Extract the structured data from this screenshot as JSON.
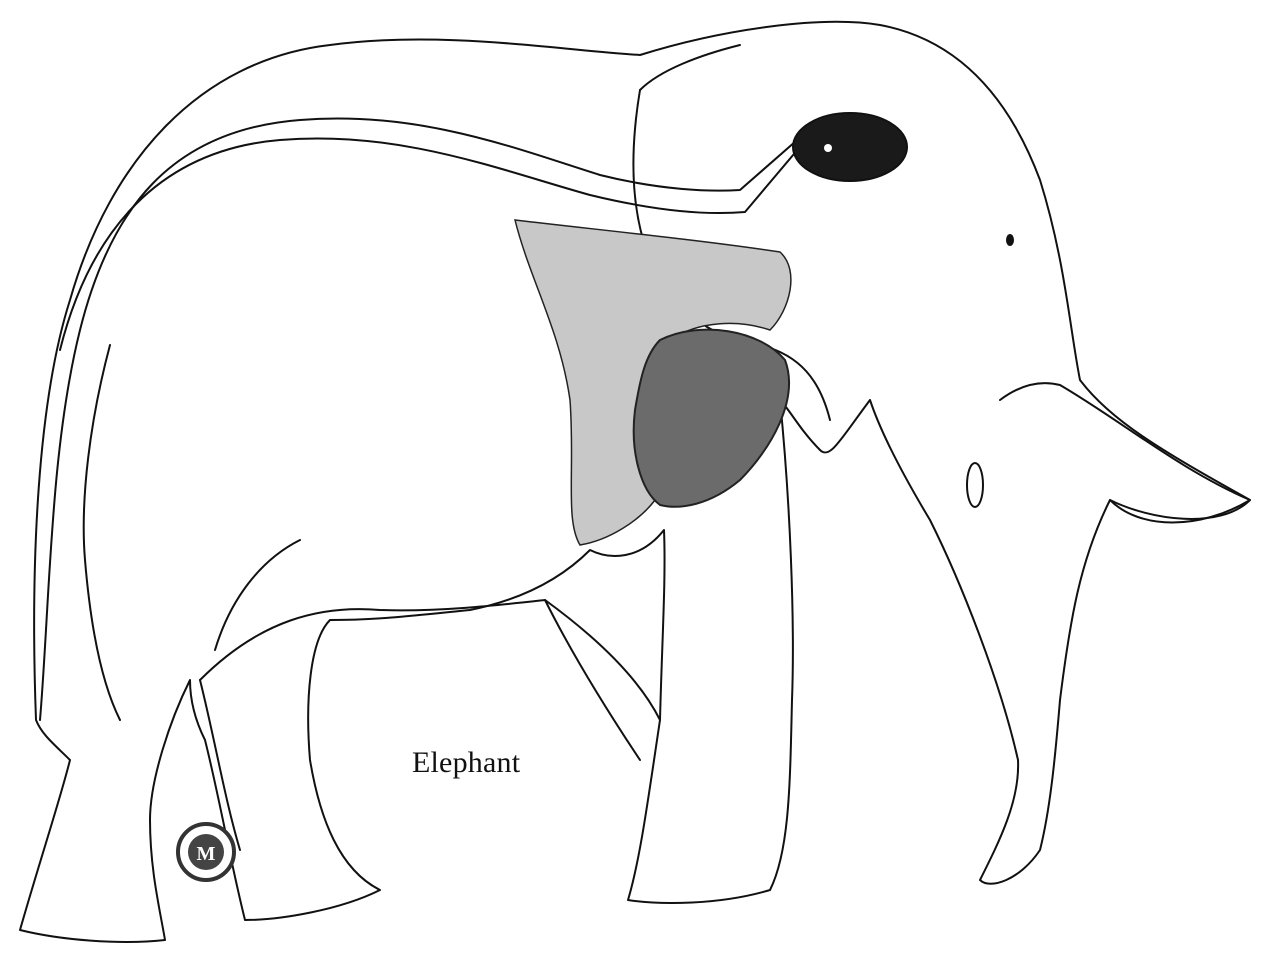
{
  "caption": "Elephant",
  "regions": [
    {
      "name": "lung-region",
      "fill": "#c8c8c8"
    },
    {
      "name": "heart-region",
      "fill": "#6b6b6b"
    },
    {
      "name": "brain-region",
      "fill": "#1a1a1a"
    }
  ],
  "logo": {
    "glyph": "M",
    "ring_color": "#333333"
  }
}
